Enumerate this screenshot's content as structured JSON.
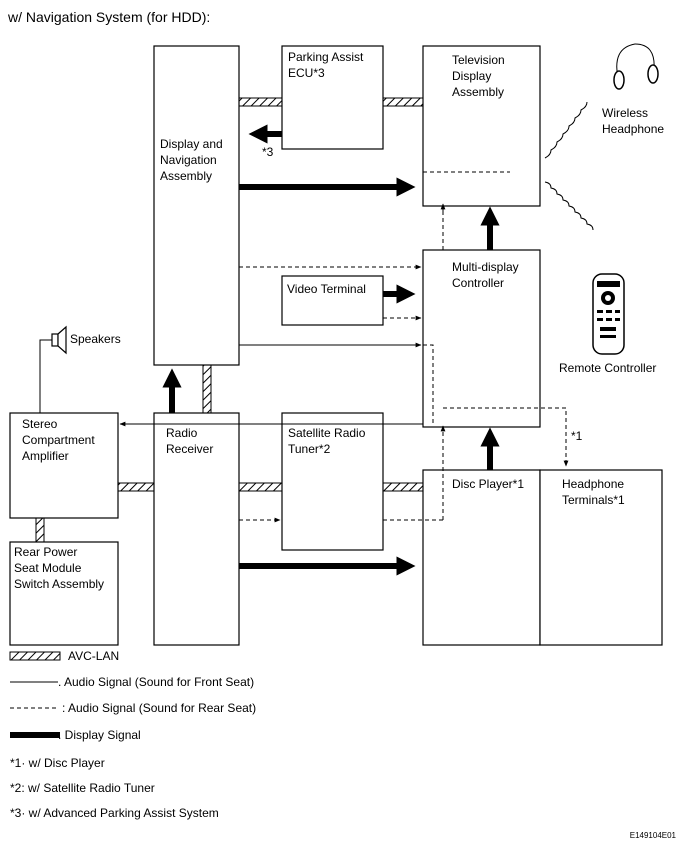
{
  "title": "w/ Navigation System (for HDD):",
  "components": {
    "display_nav": [
      "Display and",
      "Navigation",
      "Assembly"
    ],
    "parking_ecu": [
      "Parking Assist",
      "ECU*3"
    ],
    "tv_display": [
      "Television",
      "Display",
      "Assembly"
    ],
    "wireless_headphone": [
      "Wireless",
      "Headphone"
    ],
    "remote_controller": "Remote Controller",
    "multi_display": [
      "Multi-display",
      "Controller"
    ],
    "video_terminal": "Video Terminal",
    "speakers": "Speakers",
    "stereo_amp": [
      "Stereo",
      "Compartment",
      "Amplifier"
    ],
    "radio_receiver": [
      "Radio",
      "Receiver"
    ],
    "satellite_tuner": [
      "Satellite Radio",
      "Tuner*2"
    ],
    "disc_player": "Disc Player*1",
    "headphone_terminals": [
      "Headphone",
      "Terminals*1"
    ],
    "rear_power_seat": [
      "Rear Power",
      "Seat Module",
      "Switch Assembly"
    ]
  },
  "annotations": {
    "star3": "*3",
    "star1": "*1"
  },
  "legend": {
    "avc_lan": "AVC-LAN",
    "audio_front": ". Audio Signal (Sound for Front Seat)",
    "audio_rear": ": Audio Signal (Sound for Rear Seat)",
    "display_signal": ". Display Signal"
  },
  "footnotes": [
    "*1· w/ Disc Player",
    "*2: w/ Satellite Radio Tuner",
    "*3· w/ Advanced Parking Assist System"
  ],
  "figure_id": "E149104E01"
}
